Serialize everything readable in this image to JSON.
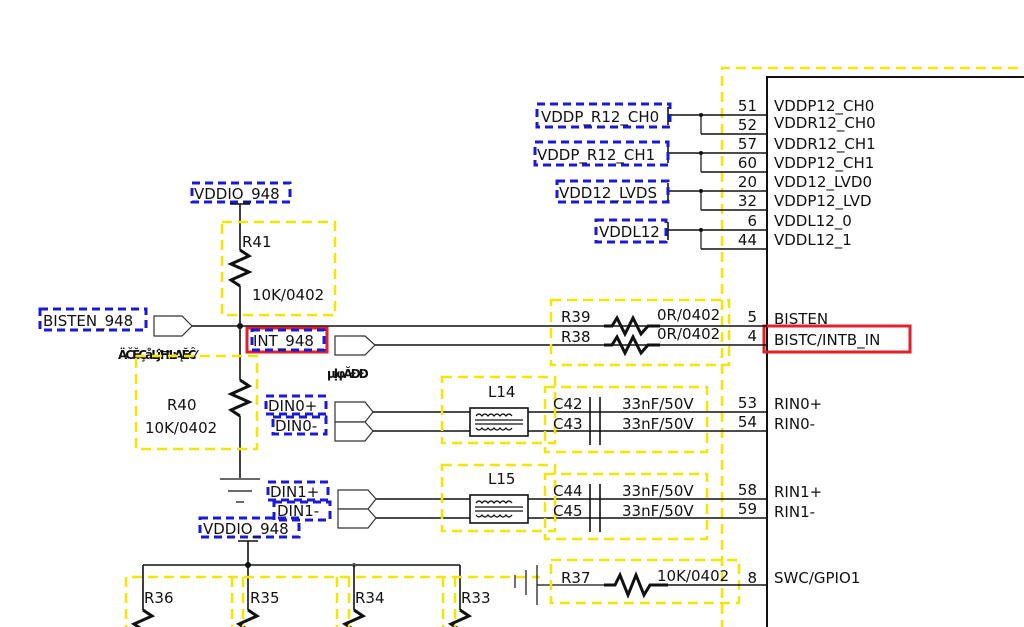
{
  "ic": {
    "pins": [
      {
        "num": "51",
        "name": "VDDP12_CH0"
      },
      {
        "num": "52",
        "name": "VDDR12_CH0"
      },
      {
        "num": "57",
        "name": "VDDR12_CH1"
      },
      {
        "num": "60",
        "name": "VDDP12_CH1"
      },
      {
        "num": "20",
        "name": "VDD12_LVD0"
      },
      {
        "num": "32",
        "name": "VDDP12_LVD"
      },
      {
        "num": "6",
        "name": "VDDL12_0"
      },
      {
        "num": "44",
        "name": "VDDL12_1"
      },
      {
        "num": "5",
        "name": "BISTEN"
      },
      {
        "num": "4",
        "name": "BISTC/INTB_IN"
      },
      {
        "num": "53",
        "name": "RIN0+"
      },
      {
        "num": "54",
        "name": "RIN0-"
      },
      {
        "num": "58",
        "name": "RIN1+"
      },
      {
        "num": "59",
        "name": "RIN1-"
      },
      {
        "num": "8",
        "name": "SWC/GPIO1"
      }
    ]
  },
  "power_nets": {
    "vddp_r12_ch0": "VDDP_R12_CH0",
    "vddp_r12_ch1": "VDDP_R12_CH1",
    "vdd12_lvds": "VDD12_LVDS",
    "vddl12": "VDDL12",
    "vddio_top": "VDDIO_948",
    "vddio_bottom": "VDDIO_948"
  },
  "signals": {
    "bisten": "BISTEN_948",
    "int": "INT_948",
    "din0p": "DIN0+",
    "din0n": "DIN0-",
    "din1p": "DIN1+",
    "din1n": "DIN1-",
    "garbled_left": "ÄČĚÇåĽĵĦĿĄĔĈ⁄",
    "garbled_right": "µḷφĂĐĐ"
  },
  "components": {
    "r41": {
      "ref": "R41",
      "value": "10K/0402"
    },
    "r40": {
      "ref": "R40",
      "value": "10K/0402"
    },
    "r39": {
      "ref": "R39",
      "value": "0R/0402"
    },
    "r38": {
      "ref": "R38",
      "value": "0R/0402"
    },
    "l14": {
      "ref": "L14"
    },
    "l15": {
      "ref": "L15"
    },
    "c42": {
      "ref": "C42",
      "value": "33nF/50V"
    },
    "c43": {
      "ref": "C43",
      "value": "33nF/50V"
    },
    "c44": {
      "ref": "C44",
      "value": "33nF/50V"
    },
    "c45": {
      "ref": "C45",
      "value": "33nF/50V"
    },
    "r37": {
      "ref": "R37",
      "value": "10K/0402"
    },
    "r36": {
      "ref": "R36"
    },
    "r35": {
      "ref": "R35"
    },
    "r34": {
      "ref": "R34"
    },
    "r33": {
      "ref": "R33"
    }
  },
  "highlight_color": "#e0202a",
  "netlabel_color": "#1a1ad6",
  "group_color": "#f5e600"
}
